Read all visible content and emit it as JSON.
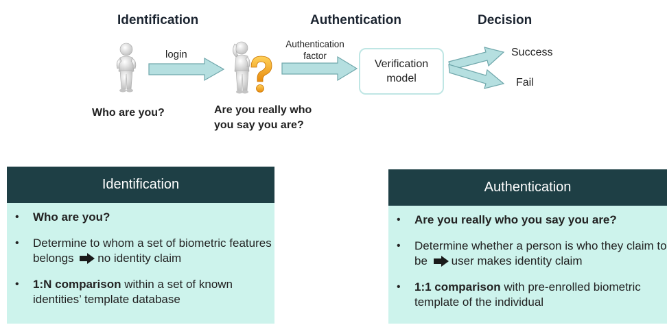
{
  "diagram": {
    "stages": {
      "identification": "Identification",
      "authentication": "Authentication",
      "decision": "Decision"
    },
    "labels": {
      "login": "login",
      "auth_factor_line1": "Authentication",
      "auth_factor_line2": "factor",
      "verification_line1": "Verification",
      "verification_line2": "model",
      "success": "Success",
      "fail": "Fail"
    },
    "questions": {
      "who": "Who are you?",
      "really_line1": "Are you really who",
      "really_line2": "you say you are?"
    },
    "colors": {
      "arrow_fill": "#b5dfe0",
      "arrow_stroke": "#6fa7ab",
      "card_header": "#1e3f45",
      "card_body": "#cdf3ec",
      "question_mark": "#f4a21d"
    }
  },
  "cards": {
    "identification": {
      "title": "Identification",
      "item1_bold": "Who are you?",
      "item2_pre": "Determine to whom a set of biometric features belongs",
      "item2_post": "no identity claim",
      "item3_bold": "1:N comparison",
      "item3_rest": " within a set of known identities’ template database"
    },
    "authentication": {
      "title": "Authentication",
      "item1_bold": "Are you really who you say you are?",
      "item2_pre": "Determine whether a person is who they claim to be",
      "item2_post": "user makes identity claim",
      "item3_bold": "1:1 comparison",
      "item3_rest": " with pre-enrolled biometric template of the individual"
    }
  }
}
